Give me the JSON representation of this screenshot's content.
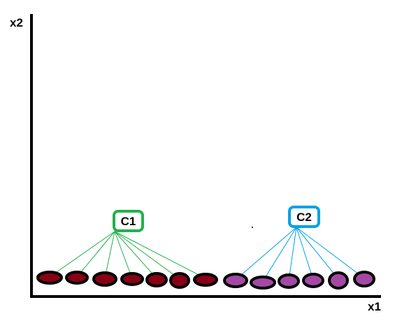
{
  "axes": {
    "x_label": "x1",
    "y_label": "x2",
    "color": "#000000"
  },
  "clusters": [
    {
      "name": "C1",
      "box_color": "#22b14c",
      "line_color": "#22b14c",
      "point_color": "#880015",
      "point_count": 7
    },
    {
      "name": "C2",
      "box_color": "#00a2e8",
      "line_color": "#00a2e8",
      "point_color": "#a349a4",
      "point_count": 6
    }
  ]
}
